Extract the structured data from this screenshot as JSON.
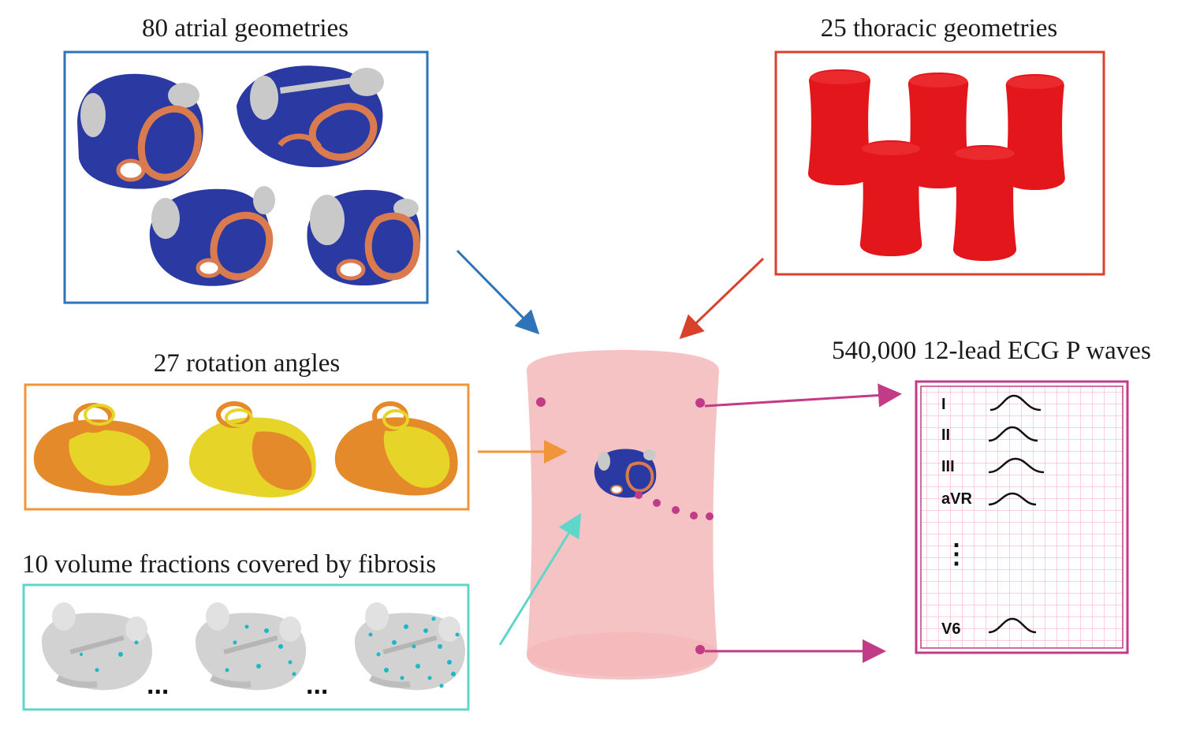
{
  "atrial": {
    "title": "80 atrial geometries",
    "border_color": "#2f73b8"
  },
  "thoracic": {
    "title": "25 thoracic geometries",
    "border_color": "#d9412b"
  },
  "rotation": {
    "title": "27 rotation angles",
    "border_color": "#f0953a"
  },
  "fibrosis": {
    "title": "10 volume fractions covered by fibrosis",
    "border_color": "#5fd6c9",
    "ellipsis": "..."
  },
  "ecg": {
    "title": "540,000 12-lead ECG P waves",
    "border_color": "#c23b86",
    "leads": [
      "I",
      "II",
      "III",
      "aVR",
      "V6"
    ],
    "vertical_ellipsis": "⋮"
  },
  "colors": {
    "torso": "#f4b8bb",
    "atrium_blue": "#2b3aa3",
    "atrium_orange": "#d97b4f",
    "vein_grey": "#c9c9c9",
    "torso_red": "#e3161c",
    "rotation_orange": "#e58a2a",
    "rotation_yellow": "#e6d428",
    "electrode": "#c23b86"
  }
}
